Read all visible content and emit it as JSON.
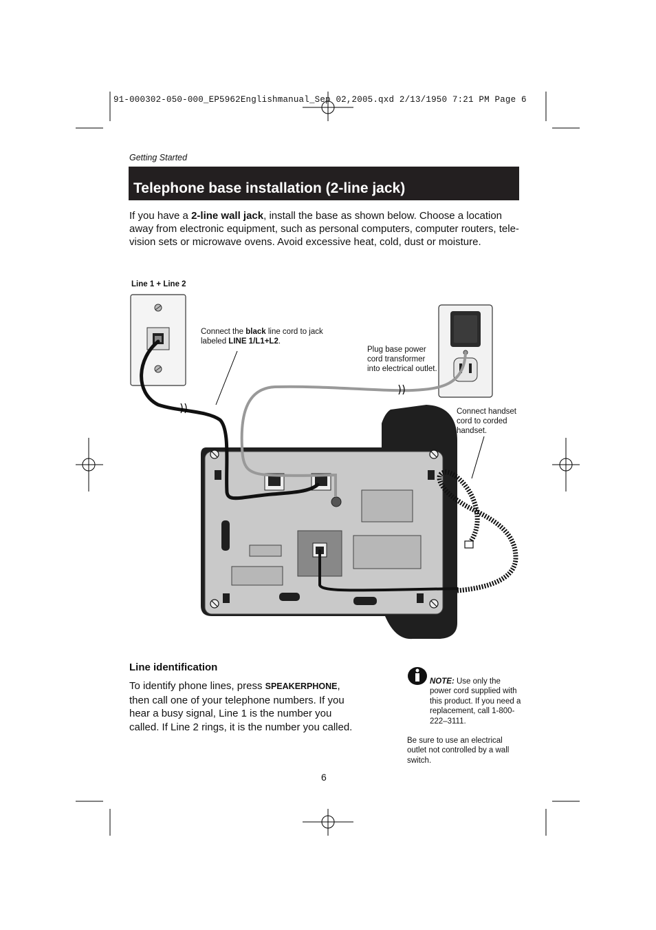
{
  "print_slug": "91-000302-050-000_EP5962Englishmanual_Sep 02,2005.qxd  2/13/1950  7:21 PM  Page 6",
  "section_label": "Getting Started",
  "title": "Telephone base installation (2-line jack)",
  "intro": {
    "pre": "If you have a ",
    "bold": "2-line wall jack",
    "post": ", install the base as shown below. Choose a location away from electronic equipment, such as personal computers, computer routers, tele-vision sets or microwave ovens. Avoid excessive heat, cold, dust or moisture."
  },
  "diagram": {
    "jack_label": "Line 1 + Line 2",
    "line_cord_caption": {
      "pre": "Connect the ",
      "bold1": "black",
      "mid": " line cord to jack labeled ",
      "bold2": "LINE 1/L1+L2",
      "post": "."
    },
    "power_caption_1": "Plug base power",
    "power_caption_2": "cord transformer",
    "power_caption_3": "into electrical outlet.",
    "handset_caption_1": "Connect handset",
    "handset_caption_2": "cord to corded",
    "handset_caption_3": "handset."
  },
  "line_identification": {
    "heading": "Line identification",
    "body_pre": "To identify phone lines, press ",
    "body_key": "SPEAKERPHONE",
    "body_post": ", then call one of your telephone numbers. If you hear a busy signal, Line 1 is the number you called. If Line 2 rings, it is the number you called."
  },
  "note": {
    "label": "NOTE:",
    "text_1": " Use only the power cord supplied with this product. If you need a replacement, call 1-800-222–3111.",
    "text_2": "Be sure to use an electrical outlet not controlled by a wall switch."
  },
  "page_number": "6"
}
